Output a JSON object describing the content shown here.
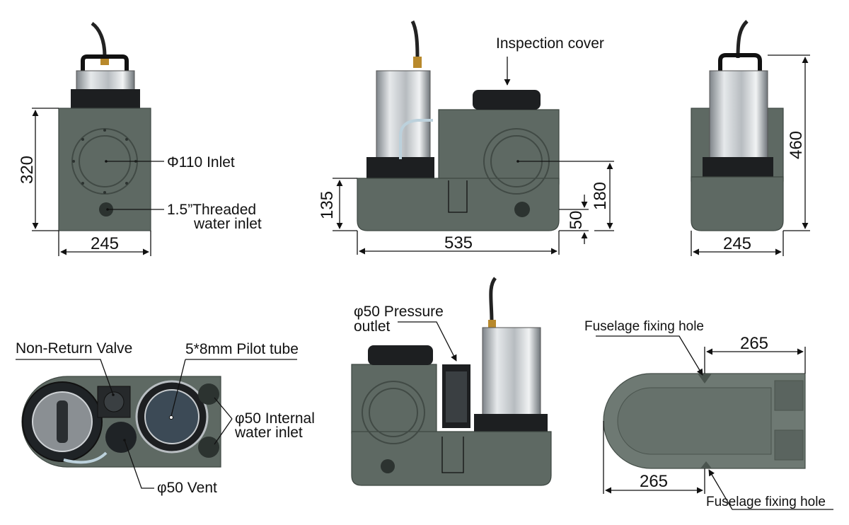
{
  "labels": {
    "inspection_cover": "Inspection cover",
    "inlet_110": "Φ110 Inlet",
    "threaded_1": "1.5”Threaded",
    "threaded_2": "water inlet",
    "pressure_1": "φ50 Pressure",
    "pressure_2": "outlet",
    "non_return": "Non-Return Valve",
    "pilot_tube": "5*8mm Pilot tube",
    "internal_1": "φ50  Internal",
    "internal_2": "water inlet",
    "vent": "φ50 Vent",
    "fixing_top": "Fuselage fixing hole",
    "fixing_bottom": "Fuselage fixing hole"
  },
  "dimensions": {
    "side_height": "320",
    "side_width": "245",
    "front_inlet_height": "135",
    "front_width": "535",
    "front_base": "50",
    "front_180": "180",
    "right_height": "460",
    "right_width": "245",
    "bottom_top": "265",
    "bottom_bottom": "265"
  },
  "colors": {
    "housing": "#5e6963",
    "motor_steel": "#c9cdd0",
    "cover_black": "#1d1f21"
  }
}
